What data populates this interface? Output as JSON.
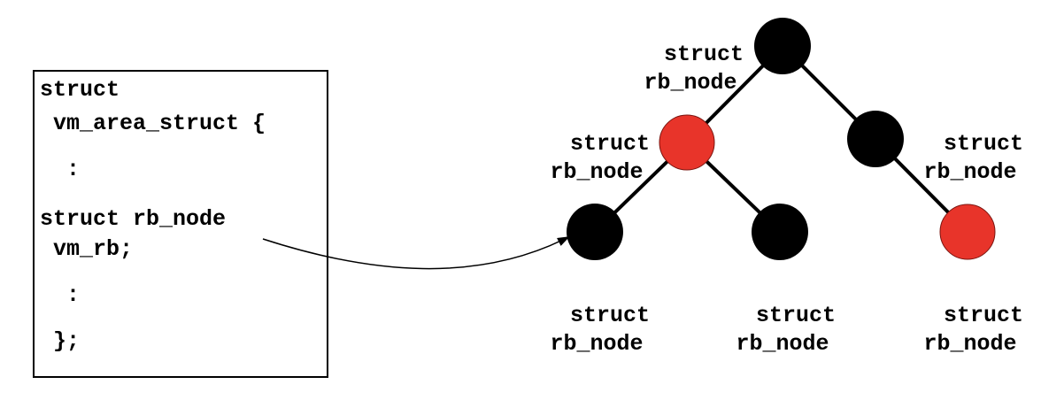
{
  "code_box": {
    "lines": [
      "struct",
      " vm_area_struct {",
      "  :",
      "struct rb_node",
      " vm_rb;",
      "  :",
      " };"
    ]
  },
  "tree": {
    "nodes": [
      {
        "id": "root",
        "color": "#000000",
        "label_line1": "struct",
        "label_line2": "rb_node"
      },
      {
        "id": "left",
        "color": "#e8342a",
        "label_line1": "struct",
        "label_line2": "rb_node"
      },
      {
        "id": "right",
        "color": "#000000",
        "label_line1": "struct",
        "label_line2": "rb_node"
      },
      {
        "id": "left-left",
        "color": "#000000",
        "label_line1": "struct",
        "label_line2": "rb_node"
      },
      {
        "id": "left-right",
        "color": "#000000",
        "label_line1": "struct",
        "label_line2": "rb_node"
      },
      {
        "id": "right-right",
        "color": "#e8342a",
        "label_line1": "struct",
        "label_line2": "rb_node"
      }
    ],
    "edges": [
      [
        "root",
        "left"
      ],
      [
        "root",
        "right"
      ],
      [
        "left",
        "left-left"
      ],
      [
        "left",
        "left-right"
      ],
      [
        "right",
        "right-right"
      ]
    ]
  },
  "colors": {
    "red_node": "#e8342a",
    "black_node": "#000000",
    "line": "#000000"
  }
}
